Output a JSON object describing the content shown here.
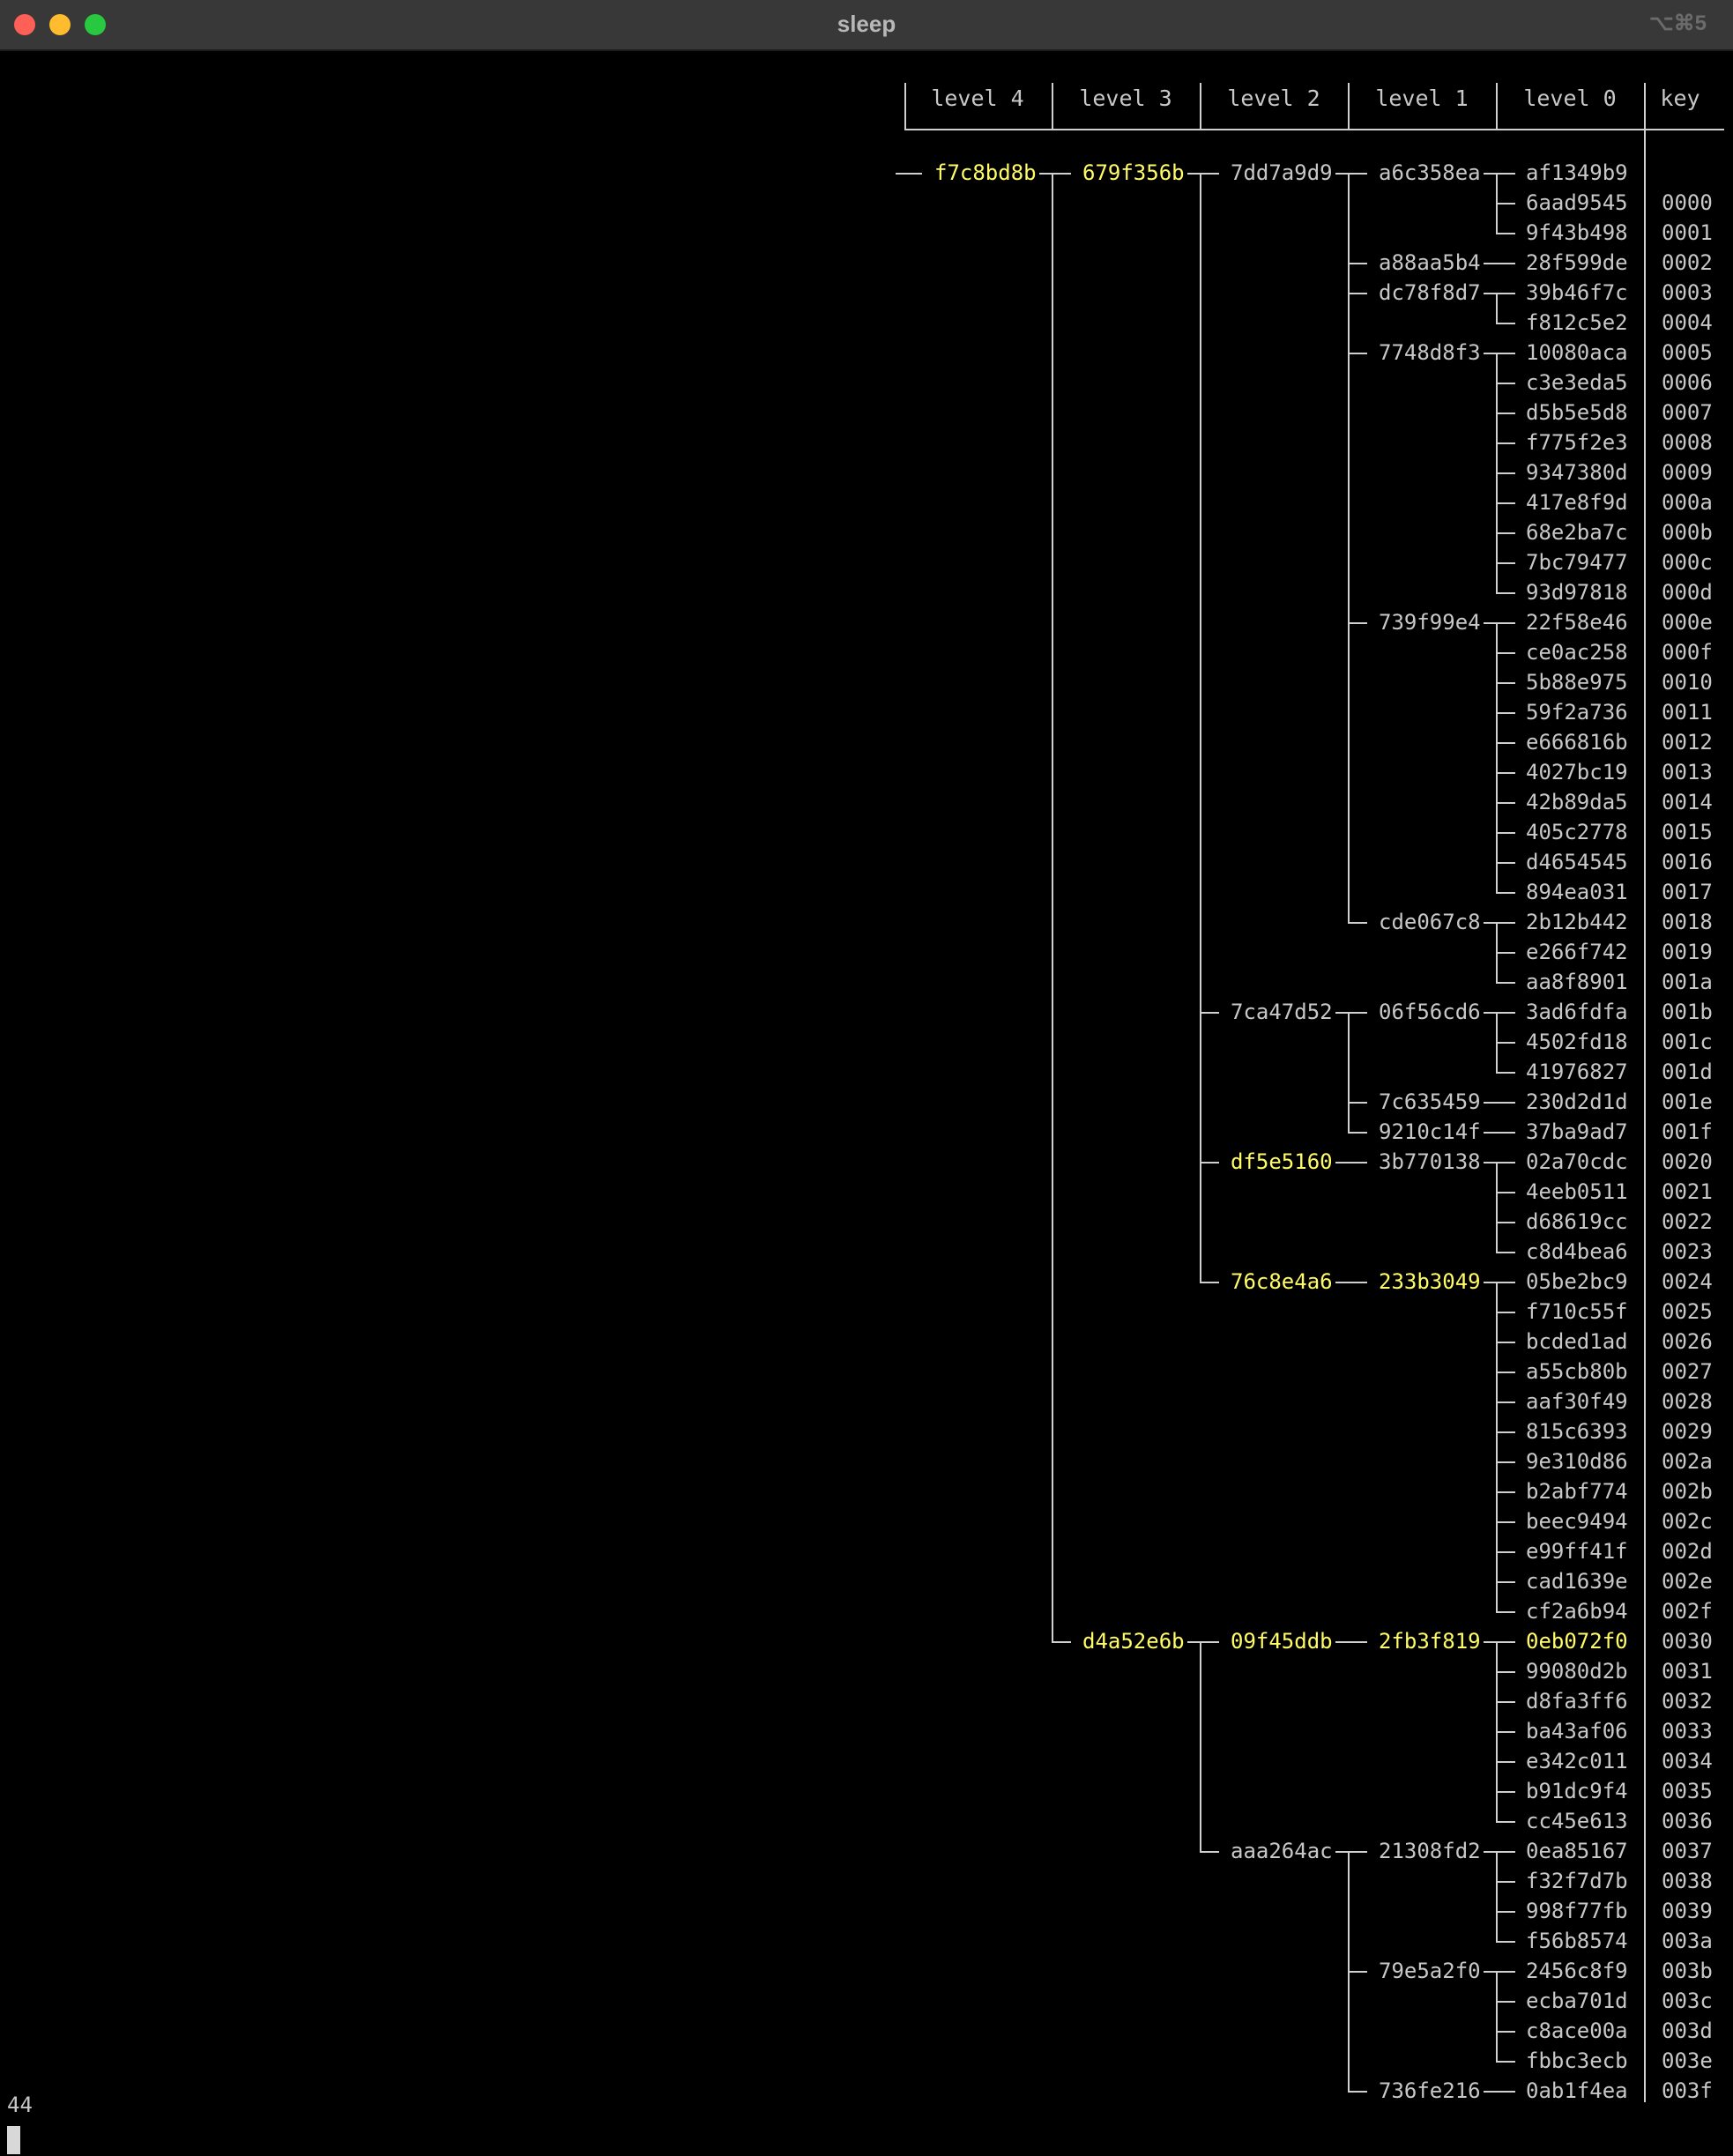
{
  "window": {
    "title": "sleep",
    "shortcut": "⌥⌘5"
  },
  "table": {
    "headers": [
      "level 4",
      "level 3",
      "level 2",
      "level 1",
      "level 0",
      "key"
    ],
    "highlight_color": "#fffc67",
    "text_color": "#c8c8c8",
    "root": {
      "id": "f7c8bd8b",
      "highlight": true,
      "children": [
        {
          "id": "679f356b",
          "highlight": true,
          "children": [
            {
              "id": "7dd7a9d9",
              "highlight": false,
              "children": [
                {
                  "id": "a6c358ea",
                  "highlight": false,
                  "children": [
                    {
                      "id": "af1349b9",
                      "key": ""
                    },
                    {
                      "id": "6aad9545",
                      "key": "0000"
                    },
                    {
                      "id": "9f43b498",
                      "key": "0001"
                    }
                  ]
                },
                {
                  "id": "a88aa5b4",
                  "highlight": false,
                  "children": [
                    {
                      "id": "28f599de",
                      "key": "0002"
                    }
                  ]
                },
                {
                  "id": "dc78f8d7",
                  "highlight": false,
                  "children": [
                    {
                      "id": "39b46f7c",
                      "key": "0003"
                    },
                    {
                      "id": "f812c5e2",
                      "key": "0004"
                    }
                  ]
                },
                {
                  "id": "7748d8f3",
                  "highlight": false,
                  "children": [
                    {
                      "id": "10080aca",
                      "key": "0005"
                    },
                    {
                      "id": "c3e3eda5",
                      "key": "0006"
                    },
                    {
                      "id": "d5b5e5d8",
                      "key": "0007"
                    },
                    {
                      "id": "f775f2e3",
                      "key": "0008"
                    },
                    {
                      "id": "9347380d",
                      "key": "0009"
                    },
                    {
                      "id": "417e8f9d",
                      "key": "000a"
                    },
                    {
                      "id": "68e2ba7c",
                      "key": "000b"
                    },
                    {
                      "id": "7bc79477",
                      "key": "000c"
                    },
                    {
                      "id": "93d97818",
                      "key": "000d"
                    }
                  ]
                },
                {
                  "id": "739f99e4",
                  "highlight": false,
                  "children": [
                    {
                      "id": "22f58e46",
                      "key": "000e"
                    },
                    {
                      "id": "ce0ac258",
                      "key": "000f"
                    },
                    {
                      "id": "5b88e975",
                      "key": "0010"
                    },
                    {
                      "id": "59f2a736",
                      "key": "0011"
                    },
                    {
                      "id": "e666816b",
                      "key": "0012"
                    },
                    {
                      "id": "4027bc19",
                      "key": "0013"
                    },
                    {
                      "id": "42b89da5",
                      "key": "0014"
                    },
                    {
                      "id": "405c2778",
                      "key": "0015"
                    },
                    {
                      "id": "d4654545",
                      "key": "0016"
                    },
                    {
                      "id": "894ea031",
                      "key": "0017"
                    }
                  ]
                },
                {
                  "id": "cde067c8",
                  "highlight": false,
                  "children": [
                    {
                      "id": "2b12b442",
                      "key": "0018"
                    },
                    {
                      "id": "e266f742",
                      "key": "0019"
                    },
                    {
                      "id": "aa8f8901",
                      "key": "001a"
                    }
                  ]
                }
              ]
            },
            {
              "id": "7ca47d52",
              "highlight": false,
              "children": [
                {
                  "id": "06f56cd6",
                  "highlight": false,
                  "children": [
                    {
                      "id": "3ad6fdfa",
                      "key": "001b"
                    },
                    {
                      "id": "4502fd18",
                      "key": "001c"
                    },
                    {
                      "id": "41976827",
                      "key": "001d"
                    }
                  ]
                },
                {
                  "id": "7c635459",
                  "highlight": false,
                  "children": [
                    {
                      "id": "230d2d1d",
                      "key": "001e"
                    }
                  ]
                },
                {
                  "id": "9210c14f",
                  "highlight": false,
                  "children": [
                    {
                      "id": "37ba9ad7",
                      "key": "001f"
                    }
                  ]
                }
              ]
            },
            {
              "id": "df5e5160",
              "highlight": true,
              "children": [
                {
                  "id": "3b770138",
                  "highlight": false,
                  "children": [
                    {
                      "id": "02a70cdc",
                      "key": "0020"
                    },
                    {
                      "id": "4eeb0511",
                      "key": "0021"
                    },
                    {
                      "id": "d68619cc",
                      "key": "0022"
                    },
                    {
                      "id": "c8d4bea6",
                      "key": "0023"
                    }
                  ]
                }
              ]
            },
            {
              "id": "76c8e4a6",
              "highlight": true,
              "children": [
                {
                  "id": "233b3049",
                  "highlight": true,
                  "children": [
                    {
                      "id": "05be2bc9",
                      "key": "0024"
                    },
                    {
                      "id": "f710c55f",
                      "key": "0025"
                    },
                    {
                      "id": "bcded1ad",
                      "key": "0026"
                    },
                    {
                      "id": "a55cb80b",
                      "key": "0027"
                    },
                    {
                      "id": "aaf30f49",
                      "key": "0028"
                    },
                    {
                      "id": "815c6393",
                      "key": "0029"
                    },
                    {
                      "id": "9e310d86",
                      "key": "002a"
                    },
                    {
                      "id": "b2abf774",
                      "key": "002b"
                    },
                    {
                      "id": "beec9494",
                      "key": "002c"
                    },
                    {
                      "id": "e99ff41f",
                      "key": "002d"
                    },
                    {
                      "id": "cad1639e",
                      "key": "002e"
                    },
                    {
                      "id": "cf2a6b94",
                      "key": "002f"
                    }
                  ]
                }
              ]
            }
          ]
        },
        {
          "id": "d4a52e6b",
          "highlight": true,
          "children": [
            {
              "id": "09f45ddb",
              "highlight": true,
              "children": [
                {
                  "id": "2fb3f819",
                  "highlight": true,
                  "children": [
                    {
                      "id": "0eb072f0",
                      "key": "0030",
                      "highlight": true
                    },
                    {
                      "id": "99080d2b",
                      "key": "0031"
                    },
                    {
                      "id": "d8fa3ff6",
                      "key": "0032"
                    },
                    {
                      "id": "ba43af06",
                      "key": "0033"
                    },
                    {
                      "id": "e342c011",
                      "key": "0034"
                    },
                    {
                      "id": "b91dc9f4",
                      "key": "0035"
                    },
                    {
                      "id": "cc45e613",
                      "key": "0036"
                    }
                  ]
                }
              ]
            },
            {
              "id": "aaa264ac",
              "highlight": false,
              "children": [
                {
                  "id": "21308fd2",
                  "highlight": false,
                  "children": [
                    {
                      "id": "0ea85167",
                      "key": "0037"
                    },
                    {
                      "id": "f32f7d7b",
                      "key": "0038"
                    },
                    {
                      "id": "998f77fb",
                      "key": "0039"
                    },
                    {
                      "id": "f56b8574",
                      "key": "003a"
                    }
                  ]
                },
                {
                  "id": "79e5a2f0",
                  "highlight": false,
                  "children": [
                    {
                      "id": "2456c8f9",
                      "key": "003b"
                    },
                    {
                      "id": "ecba701d",
                      "key": "003c"
                    },
                    {
                      "id": "c8ace00a",
                      "key": "003d"
                    },
                    {
                      "id": "fbbc3ecb",
                      "key": "003e"
                    }
                  ]
                },
                {
                  "id": "736fe216",
                  "highlight": false,
                  "children": [
                    {
                      "id": "0ab1f4ea",
                      "key": "003f"
                    }
                  ]
                }
              ]
            }
          ]
        }
      ]
    }
  },
  "footer": {
    "number": "44"
  }
}
